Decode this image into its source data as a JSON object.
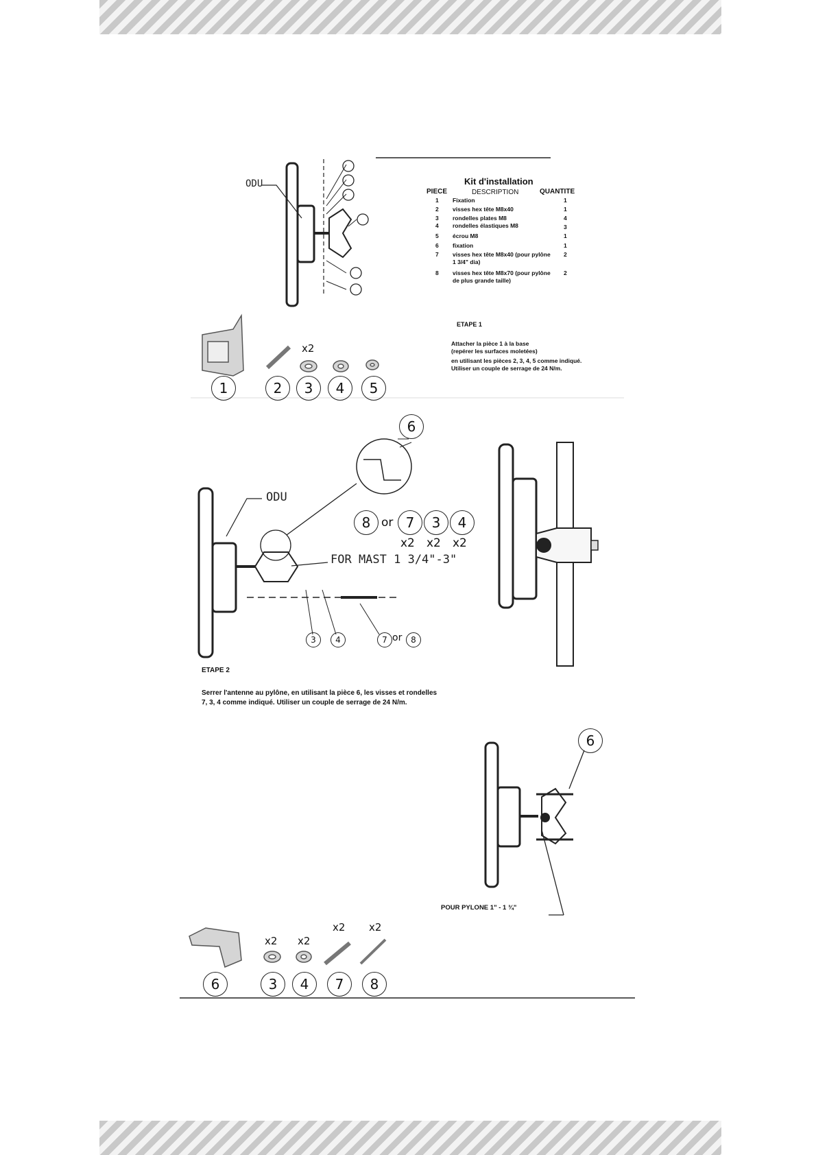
{
  "kit": {
    "title": "Kit d'installation",
    "headers": {
      "piece": "PIECE",
      "description": "DESCRIPTION",
      "quantity": "QUANTITE"
    },
    "rows": [
      {
        "piece": "1",
        "description": "Fixation",
        "qty": "1"
      },
      {
        "piece": "2",
        "description": "visses hex tête M8x40",
        "qty": "1"
      },
      {
        "piece": "3",
        "description": "rondelles plates M8",
        "qty": "4"
      },
      {
        "piece": "4",
        "description": "rondelles élastiques M8",
        "qty": "3"
      },
      {
        "piece": "5",
        "description": "écrou M8",
        "qty": "1"
      },
      {
        "piece": "6",
        "description": "fixation",
        "qty": "1"
      },
      {
        "piece": "7",
        "description": "visses hex tête M8x40 (pour pylône 1 3/4\" dia)",
        "qty": "2"
      },
      {
        "piece": "8",
        "description": "visses hex tête M8x70 (pour pylône de plus grande taille)",
        "qty": "2"
      }
    ]
  },
  "step1": {
    "title": "ETAPE 1",
    "lines": [
      "Attacher la pièce 1 à la base",
      "(repérer les surfaces moletées)",
      "en utilisant les pièces 2, 3, 4, 5 comme indiqué.",
      "Utiliser un couple de serrage de 24 N/m."
    ],
    "parts": [
      "1",
      "2",
      "3",
      "4",
      "5"
    ],
    "multiplier": "x2"
  },
  "step2": {
    "title": "ETAPE 2",
    "lines": [
      "Serrer l'antenne au pylône, en utilisant la pièce 6,  les visses et rondelles",
      "7, 3, 4 comme indiqué. Utiliser un couple de serrage de 24 N/m."
    ],
    "mast_label": "FOR MAST 1 3/4\"-3\"",
    "odu": "ODU",
    "or": "or",
    "x2": "x2"
  },
  "step3": {
    "caption": "POUR PYLONE 1\" - 1 ¾\"",
    "parts": [
      "6",
      "3",
      "4",
      "7",
      "8"
    ],
    "x2": "x2"
  }
}
